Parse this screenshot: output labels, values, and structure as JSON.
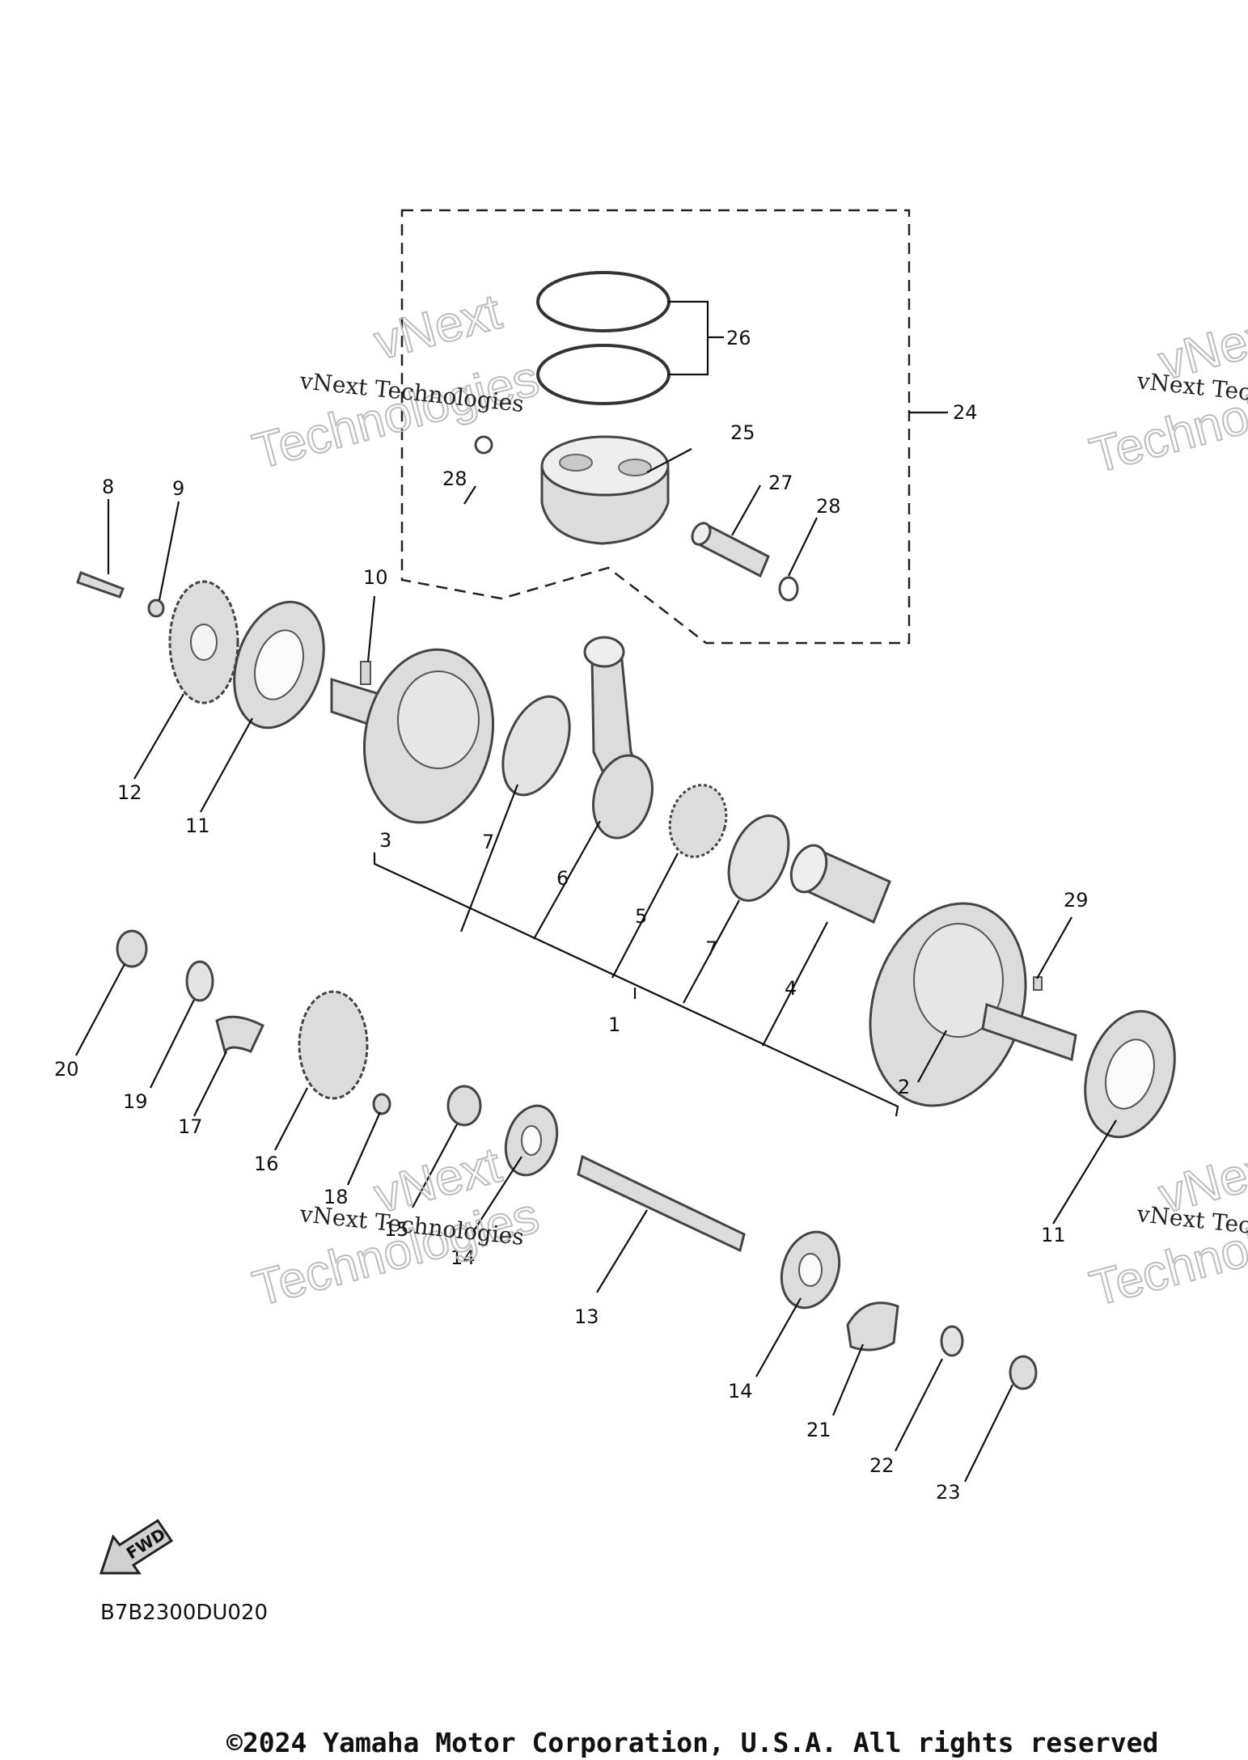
{
  "callouts": {
    "p1": "1",
    "p2": "2",
    "p3": "3",
    "p4": "4",
    "p5": "5",
    "p6": "6",
    "p7a": "7",
    "p7b": "7",
    "p8": "8",
    "p9": "9",
    "p10": "10",
    "p11a": "11",
    "p11b": "11",
    "p12": "12",
    "p13": "13",
    "p14a": "14",
    "p14b": "14",
    "p15": "15",
    "p16": "16",
    "p17": "17",
    "p18": "18",
    "p19": "19",
    "p20": "20",
    "p21": "21",
    "p22": "22",
    "p23": "23",
    "p24": "24",
    "p25": "25",
    "p26": "26",
    "p27": "27",
    "p28a": "28",
    "p28b": "28",
    "p29": "29"
  },
  "watermark": {
    "line1": "vNext Technologies",
    "line2": "vNext",
    "line3": "Technologies"
  },
  "fwd_label": "FWD",
  "diagram_code": "B7B2300DU020",
  "copyright": "©2024 Yamaha Motor Corporation, U.S.A. All rights reserved"
}
